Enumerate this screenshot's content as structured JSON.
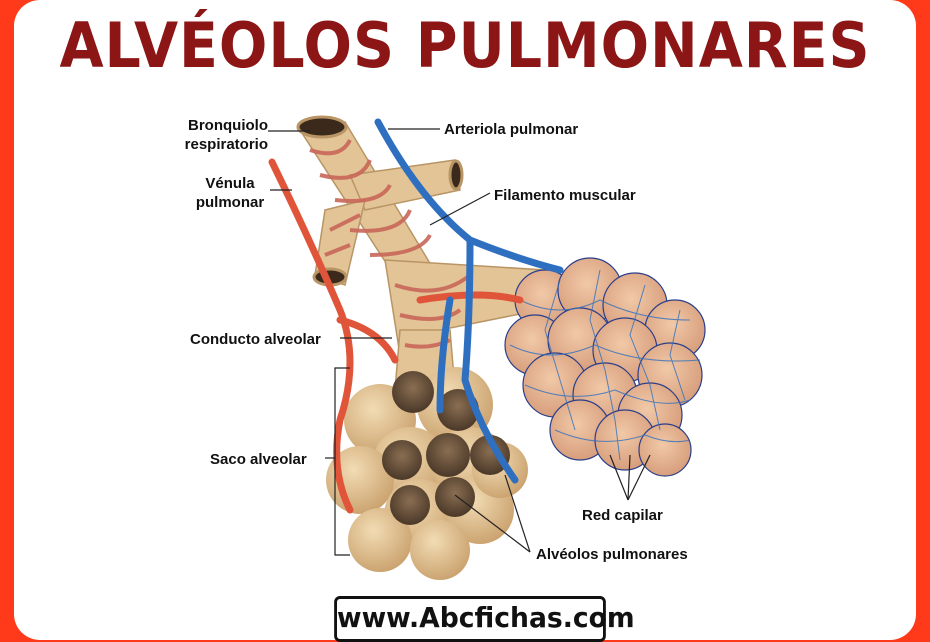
{
  "title": "ALVÉOLOS PULMONARES",
  "labels": {
    "bronquiolo": "Bronquiolo\nrespiratorio",
    "venula": "Vénula\npulmonar",
    "arteriola": "Arteriola pulmonar",
    "filamento": "Filamento muscular",
    "conducto": "Conducto alveolar",
    "saco": "Saco alveolar",
    "red_capilar": "Red capilar",
    "alveolos": "Alvéolos pulmonares"
  },
  "website": "www.Abcfichas.com",
  "colors": {
    "frame": "#ff3a1a",
    "title": "#8c1616",
    "tissue": "#e2c496",
    "muscle": "#c9675a",
    "vein": "#e0553a",
    "artery": "#2f6fc0"
  }
}
